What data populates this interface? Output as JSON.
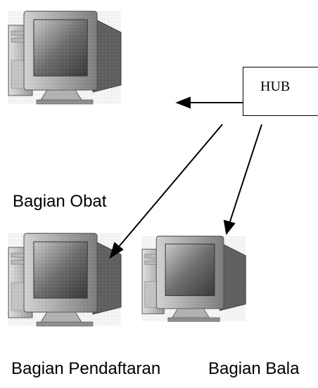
{
  "diagram": {
    "hub_label": "HUB",
    "nodes": [
      {
        "id": "obat",
        "label": "Bagian Obat"
      },
      {
        "id": "pendaftaran",
        "label": "Bagian Pendaftaran"
      },
      {
        "id": "balai",
        "label": "Bagian Bala"
      }
    ],
    "connections": [
      {
        "from": "hub",
        "to": "obat"
      },
      {
        "from": "hub",
        "to": "pendaftaran"
      },
      {
        "from": "hub",
        "to": "balai"
      }
    ]
  }
}
